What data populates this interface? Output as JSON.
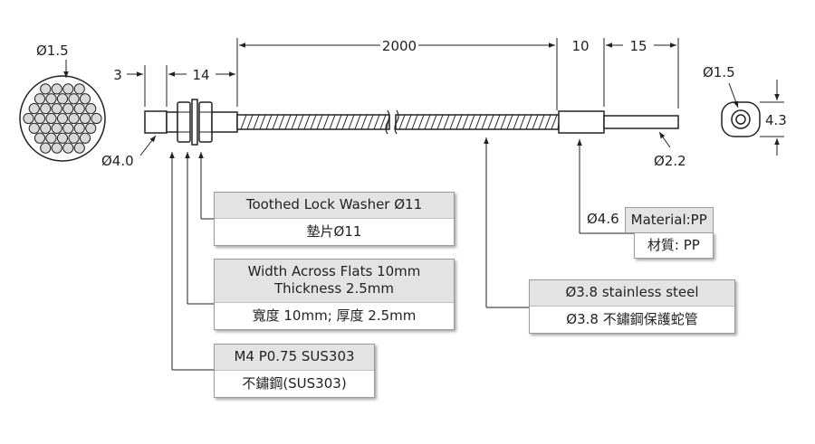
{
  "dimensions": {
    "cable_length": "2000",
    "sleeve_length": "10",
    "tip_length": "15",
    "nut_offset": "3",
    "thread_length": "14",
    "bundle_diameter": "Ø1.5",
    "end_diameter": "Ø4.0",
    "tip_diameter": "Ø2.2",
    "core_diameter": "Ø1.5",
    "ferrule_height": "4.3"
  },
  "callouts": {
    "washer": {
      "en": "Toothed Lock Washer Ø11",
      "zh": "墊片Ø11"
    },
    "nut": {
      "en_line1": "Width Across Flats 10mm",
      "en_line2": "Thickness 2.5mm",
      "zh": "寬度 10mm; 厚度 2.5mm"
    },
    "thread": {
      "en": "M4 P0.75 SUS303",
      "zh": "不鏽鋼(SUS303)"
    },
    "sheath": {
      "en": "Ø3.8 stainless steel",
      "zh": "Ø3.8 不鏽鋼保護蛇管"
    },
    "sleeve": {
      "diameter": "Ø4.6",
      "en": "Material:PP",
      "zh": "材質: PP"
    }
  },
  "colors": {
    "line": "#222222",
    "label_header": "#e3e3e3",
    "fiber_fill": "#d9d9d9"
  }
}
